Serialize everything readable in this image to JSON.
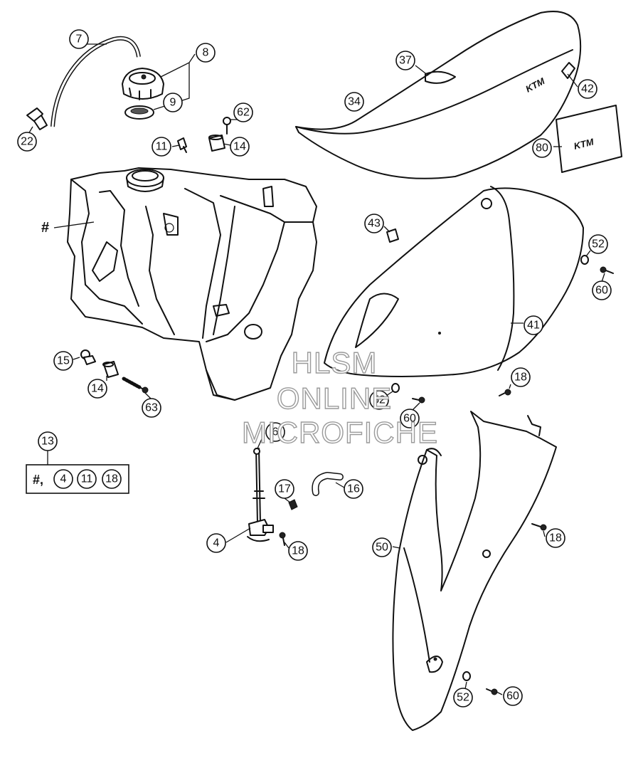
{
  "diagram": {
    "kit": {
      "label": "13",
      "contents_prefix": "#,",
      "contents": [
        "4",
        "11",
        "18"
      ]
    },
    "hash_label": "#",
    "logo_text": "KTM",
    "watermark": [
      "HLSM",
      "ONLINE",
      "MICROFICHE"
    ],
    "callouts": [
      {
        "id": "c7",
        "label": "7"
      },
      {
        "id": "c8",
        "label": "8"
      },
      {
        "id": "c9",
        "label": "9"
      },
      {
        "id": "c22",
        "label": "22"
      },
      {
        "id": "c62",
        "label": "62"
      },
      {
        "id": "c11a",
        "label": "11"
      },
      {
        "id": "c14a",
        "label": "14"
      },
      {
        "id": "c37",
        "label": "37"
      },
      {
        "id": "c34",
        "label": "34"
      },
      {
        "id": "c42",
        "label": "42"
      },
      {
        "id": "c80",
        "label": "80"
      },
      {
        "id": "c43",
        "label": "43"
      },
      {
        "id": "c52a",
        "label": "52"
      },
      {
        "id": "c60a",
        "label": "60"
      },
      {
        "id": "c41",
        "label": "41"
      },
      {
        "id": "c15",
        "label": "15"
      },
      {
        "id": "c14b",
        "label": "14"
      },
      {
        "id": "c63",
        "label": "63"
      },
      {
        "id": "c18a",
        "label": "18"
      },
      {
        "id": "c52b",
        "label": "52"
      },
      {
        "id": "c60b",
        "label": "60"
      },
      {
        "id": "c6",
        "label": "6"
      },
      {
        "id": "c17",
        "label": "17"
      },
      {
        "id": "c16",
        "label": "16"
      },
      {
        "id": "c4",
        "label": "4"
      },
      {
        "id": "c18b",
        "label": "18"
      },
      {
        "id": "c50",
        "label": "50"
      },
      {
        "id": "c18c",
        "label": "18"
      },
      {
        "id": "c52c",
        "label": "52"
      },
      {
        "id": "c60c",
        "label": "60"
      }
    ]
  }
}
